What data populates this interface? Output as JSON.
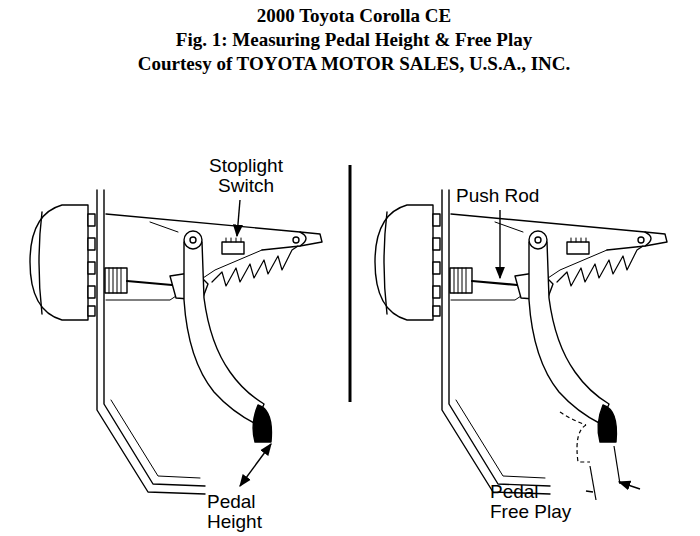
{
  "diagram": {
    "title": "2000 Toyota Corolla CE",
    "caption": "Fig. 1: Measuring Pedal Height & Free Play",
    "labels": [
      "Courtesy of TOYOTA MOTOR SALES, U.S.A., INC.",
      "Stoplight Switch",
      "Push Rod",
      "Pedal Height",
      "Pedal Free Play"
    ]
  }
}
